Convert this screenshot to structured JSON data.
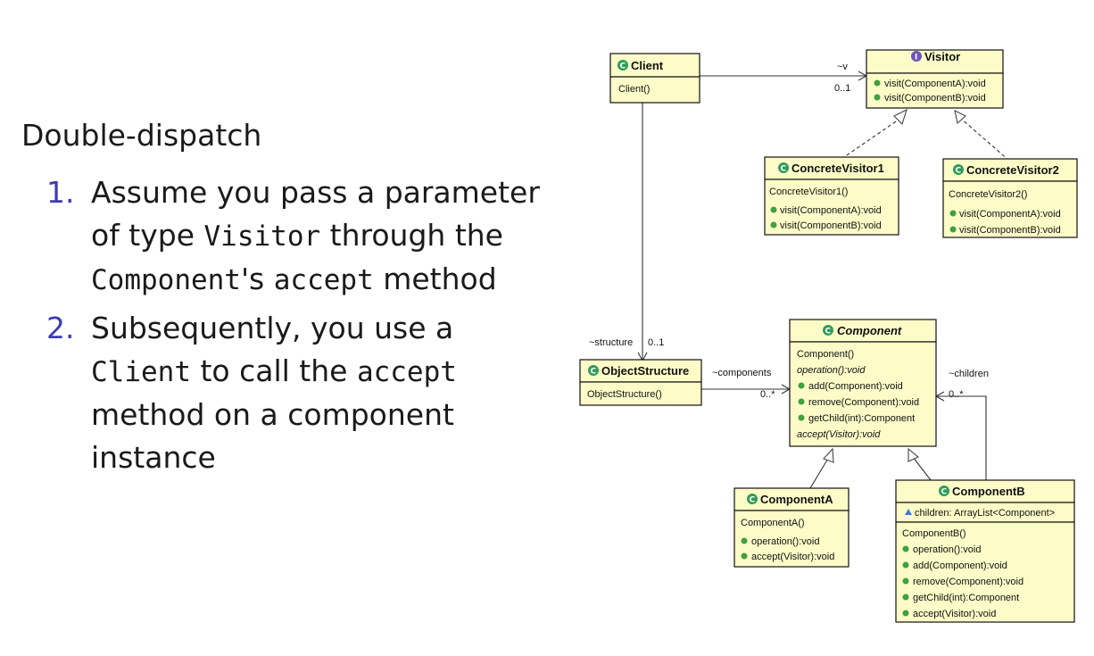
{
  "slide": {
    "heading": "Double-dispatch",
    "steps": [
      {
        "number": "1.",
        "parts": [
          "Assume you pass a parameter of type ",
          "Visitor",
          " through the ",
          "Component",
          "'s ",
          "accept",
          " method"
        ]
      },
      {
        "number": "2.",
        "parts": [
          "Subsequently, you use a ",
          "Client",
          " to call the ",
          "accept",
          " method on a component instance"
        ]
      }
    ]
  },
  "diagram": {
    "classes": {
      "client": {
        "name": "Client",
        "kind": "class",
        "members": [
          "Client()"
        ]
      },
      "visitor": {
        "name": "Visitor",
        "kind": "interface",
        "members": [
          "visit(ComponentA):void",
          "visit(ComponentB):void"
        ]
      },
      "concrete_visitor1": {
        "name": "ConcreteVisitor1",
        "kind": "class",
        "members": [
          "ConcreteVisitor1()",
          "visit(ComponentA):void",
          "visit(ComponentB):void"
        ]
      },
      "concrete_visitor2": {
        "name": "ConcreteVisitor2",
        "kind": "class",
        "members": [
          "ConcreteVisitor2()",
          "visit(ComponentA):void",
          "visit(ComponentB):void"
        ]
      },
      "object_structure": {
        "name": "ObjectStructure",
        "kind": "class",
        "members": [
          "ObjectStructure()"
        ]
      },
      "component": {
        "name": "Component",
        "kind": "abstract",
        "members": [
          "Component()",
          "operation():void",
          "add(Component):void",
          "remove(Component):void",
          "getChild(int):Component",
          "accept(Visitor):void"
        ]
      },
      "component_a": {
        "name": "ComponentA",
        "kind": "class",
        "members": [
          "ComponentA()",
          "operation():void",
          "accept(Visitor):void"
        ]
      },
      "component_b": {
        "name": "ComponentB",
        "kind": "class",
        "attributes": [
          "children: ArrayList<Component>"
        ],
        "members": [
          "ComponentB()",
          "operation():void",
          "add(Component):void",
          "remove(Component):void",
          "getChild(int):Component",
          "accept(Visitor):void"
        ]
      }
    },
    "labels": {
      "v_role": "~v",
      "v_mult": "0..1",
      "structure_role": "~structure",
      "structure_mult": "0..1",
      "components_role": "~components",
      "components_mult": "0..*",
      "children_role": "~children",
      "children_mult": "0..*"
    },
    "icons": {
      "class": "class-icon",
      "interface": "interface-icon",
      "abstract": "abstract-class-icon",
      "public_method": "public-method-icon",
      "constructor": "constructor-icon",
      "package_field": "package-field-icon"
    },
    "colors": {
      "box_fill": "#fdfcc8",
      "class_icon": "#2f9c5a",
      "interface_icon": "#6c55b8",
      "method_dot": "#3fa13f",
      "step_number": "#3b3bb5"
    }
  }
}
